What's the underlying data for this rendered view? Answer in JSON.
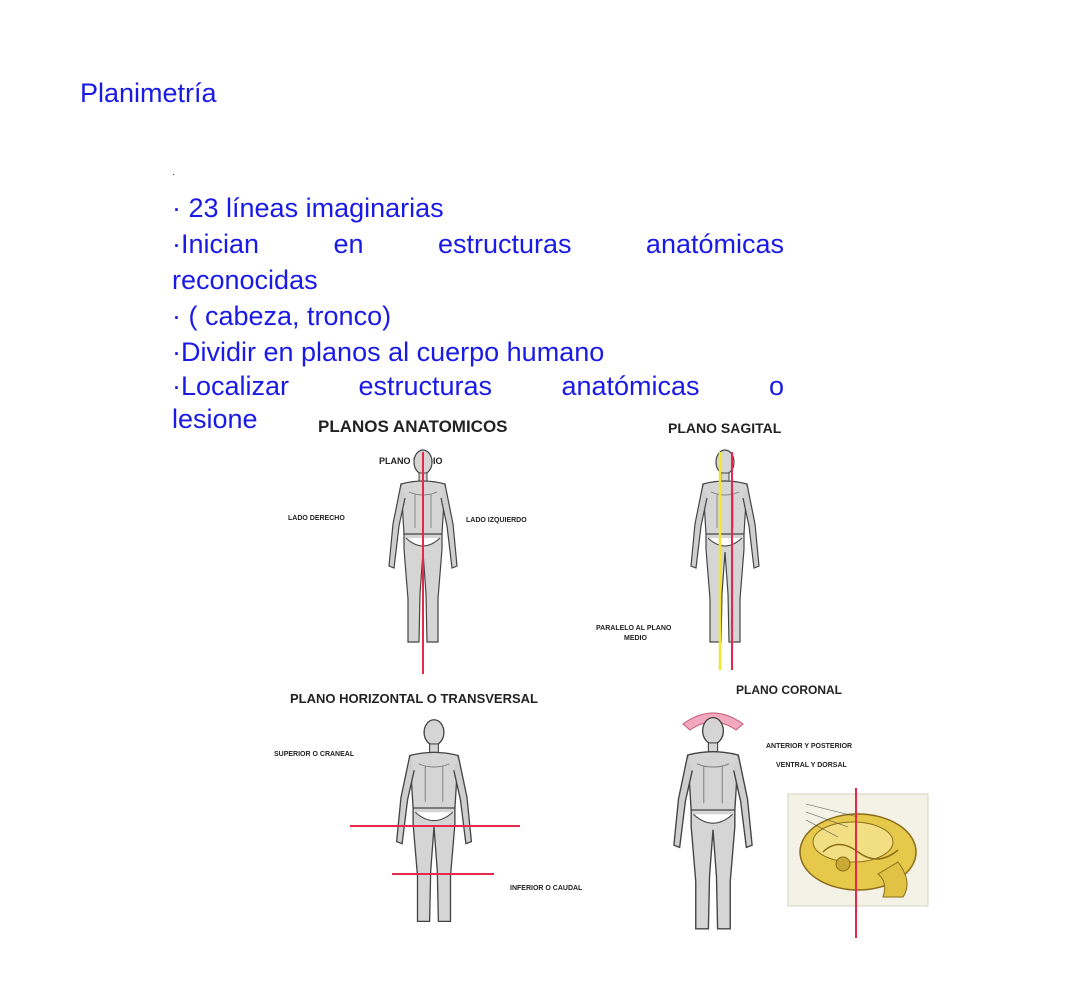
{
  "slide": {
    "title": "Planimetría"
  },
  "bullets": [
    "·",
    "· 23 líneas imaginarias",
    "·Inician en estructuras anatómicas",
    "reconocidas",
    "· ( cabeza, tronco)",
    "·Dividir en planos al cuerpo humano",
    "·Localizar estructuras anatómicas o",
    "lesiones"
  ],
  "figure": {
    "headings": {
      "planos": "PLANOS ANATOMICOS",
      "sagital": "PLANO SAGITAL",
      "horizontal": "PLANO HORIZONTAL  O TRANSVERSAL",
      "coronal": "PLANO CORONAL"
    },
    "labels": {
      "plano_medio": "PLANO MEDIO",
      "lado_derecho": "LADO DERECHO",
      "lado_izquierdo": "LADO IZQUIERDO",
      "paralelo_1": "PARALELO AL PLANO",
      "paralelo_2": "MEDIO",
      "superior": "SUPERIOR O CRANEAL",
      "inferior": "INFERIOR O CAUDAL",
      "ant_post": "ANTERIOR Y POSTERIOR",
      "ventral_dorsal": "VENTRAL Y DORSAL"
    },
    "colors": {
      "text": "#1a1ae6",
      "plane_red": "#e8284b",
      "plane_yellow": "#f0e630",
      "skull": "#e6c84a"
    }
  }
}
